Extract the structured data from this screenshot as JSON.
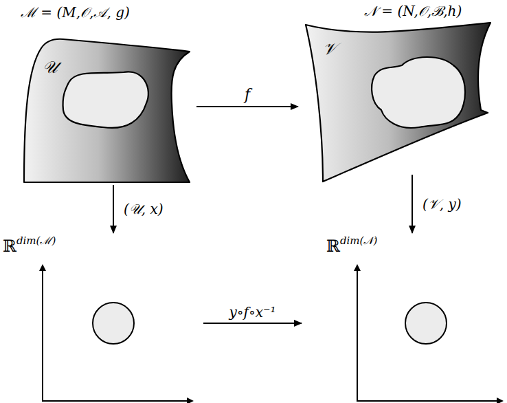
{
  "diagram": {
    "nodes": [
      {
        "text": [
          "𝒰"
        ]
      },
      {
        "text": [
          "𝒱"
        ]
      },
      {
        "text": [
          "ℝ",
          "dim(ℳ)"
        ]
      },
      {
        "text": [
          "ℝ",
          "dim(𝒩)"
        ]
      }
    ],
    "edges": [
      {
        "from": 0,
        "to": 1,
        "arrow": "to",
        "label": "f"
      },
      {
        "from": 0,
        "to": 2,
        "arrow": "to",
        "label": "(𝒰, x)"
      },
      {
        "from": 1,
        "to": 3,
        "arrow": "to",
        "label": "(𝒱, y)"
      },
      {
        "from": 2,
        "to": 3,
        "arrow": "to",
        "label": "y∘f∘x⁻¹"
      }
    ],
    "labels": [
      "ℳ = (M,𝒪,𝒜, g)",
      "𝒩 = (N,𝒪,ℬ,h)"
    ]
  }
}
